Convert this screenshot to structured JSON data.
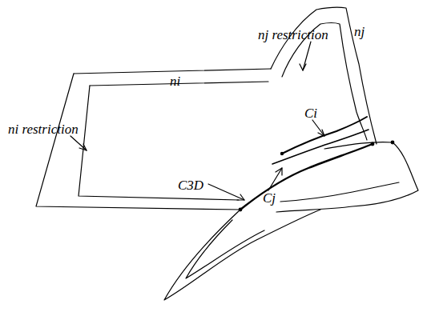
{
  "diagram": {
    "labels": [
      "nj restriction",
      "nj",
      "ni",
      "ni restriction",
      "Ci",
      "C3D",
      "Cj"
    ]
  }
}
